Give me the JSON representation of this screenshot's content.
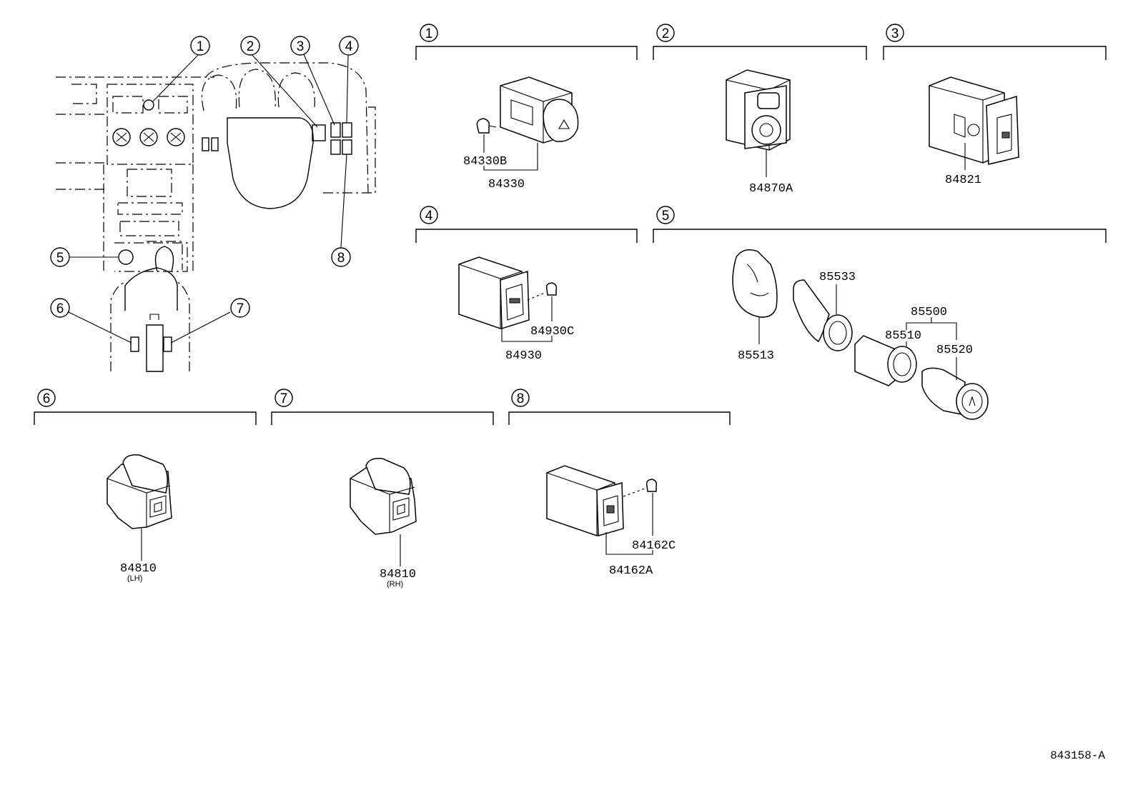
{
  "diagram": {
    "callouts": [
      "1",
      "2",
      "3",
      "4",
      "5",
      "6",
      "7",
      "8"
    ],
    "sections": [
      {
        "num": "1",
        "parts": [
          "84330B",
          "84330"
        ]
      },
      {
        "num": "2",
        "parts": [
          "84870A"
        ]
      },
      {
        "num": "3",
        "parts": [
          "84821"
        ]
      },
      {
        "num": "4",
        "parts": [
          "84930C",
          "84930"
        ]
      },
      {
        "num": "5",
        "parts": [
          "85533",
          "85500",
          "85510",
          "85520",
          "85513"
        ]
      },
      {
        "num": "6",
        "parts": [
          "84810"
        ],
        "sub": "(LH)"
      },
      {
        "num": "7",
        "parts": [
          "84810"
        ],
        "sub": "(RH)"
      },
      {
        "num": "8",
        "parts": [
          "84162C",
          "84162A"
        ]
      }
    ],
    "drawing_number": "843158-A"
  }
}
